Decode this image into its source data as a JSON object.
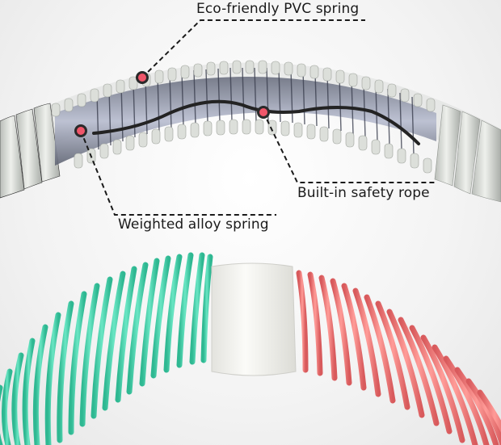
{
  "image": {
    "type": "product-feature-illustration",
    "subject": "weighted hula hoop spring segment"
  },
  "callouts": [
    {
      "id": "pvc",
      "label": "Eco-friendly PVC spring",
      "dot": [
        176,
        96
      ]
    },
    {
      "id": "rope",
      "label": "Built-in safety rope",
      "dot": [
        326,
        139
      ]
    },
    {
      "id": "alloy",
      "label": "Weighted alloy spring",
      "dot": [
        100,
        162
      ]
    }
  ],
  "colors": {
    "background": "#f4f4f4",
    "pvc_spring": "#d6d9d4",
    "inner_metal": "#8a8fa0",
    "rope": "#2b2b2b",
    "callout_dot": "#f0566a",
    "callout_dot_ring": "#2a2a2a",
    "teal_spring": "#4fd8b0",
    "coral_spring": "#f07a78",
    "connector": "#f2f2ee",
    "label_text": "#1a1a1a"
  }
}
